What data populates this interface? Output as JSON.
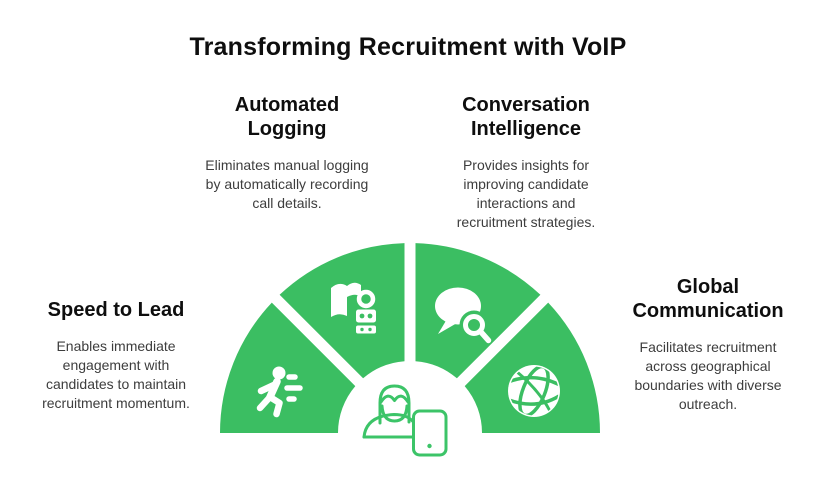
{
  "title": "Transforming Recruitment with VoIP",
  "colors": {
    "segment_green": "#3bbe62",
    "center_outline_green": "#3cc468",
    "heading_text": "#0e0e0e",
    "body_text": "#3d3d3d",
    "background": "#ffffff",
    "icon_white": "#ffffff"
  },
  "sections": [
    {
      "id": "automated-logging",
      "heading_lines": [
        "Automated",
        "Logging"
      ],
      "description_lines": [
        "Eliminates manual logging",
        "by automatically recording",
        "call details."
      ],
      "icon": "book-robot-icon"
    },
    {
      "id": "conversation-intelligence",
      "heading_lines": [
        "Conversation",
        "Intelligence"
      ],
      "description_lines": [
        "Provides insights for",
        "improving candidate",
        "interactions and",
        "recruitment strategies."
      ],
      "icon": "chat-search-icon"
    },
    {
      "id": "speed-to-lead",
      "heading_lines": [
        "Speed to Lead"
      ],
      "description_lines": [
        "Enables immediate",
        "engagement with",
        "candidates to maintain",
        "recruitment momentum."
      ],
      "icon": "running-person-icon"
    },
    {
      "id": "global-communication",
      "heading_lines": [
        "Global",
        "Communication"
      ],
      "description_lines": [
        "Facilitates recruitment",
        "across geographical",
        "boundaries with diverse",
        "outreach."
      ],
      "icon": "globe-icon"
    }
  ],
  "center": {
    "icon": "support-agent-with-tablet-icon"
  }
}
